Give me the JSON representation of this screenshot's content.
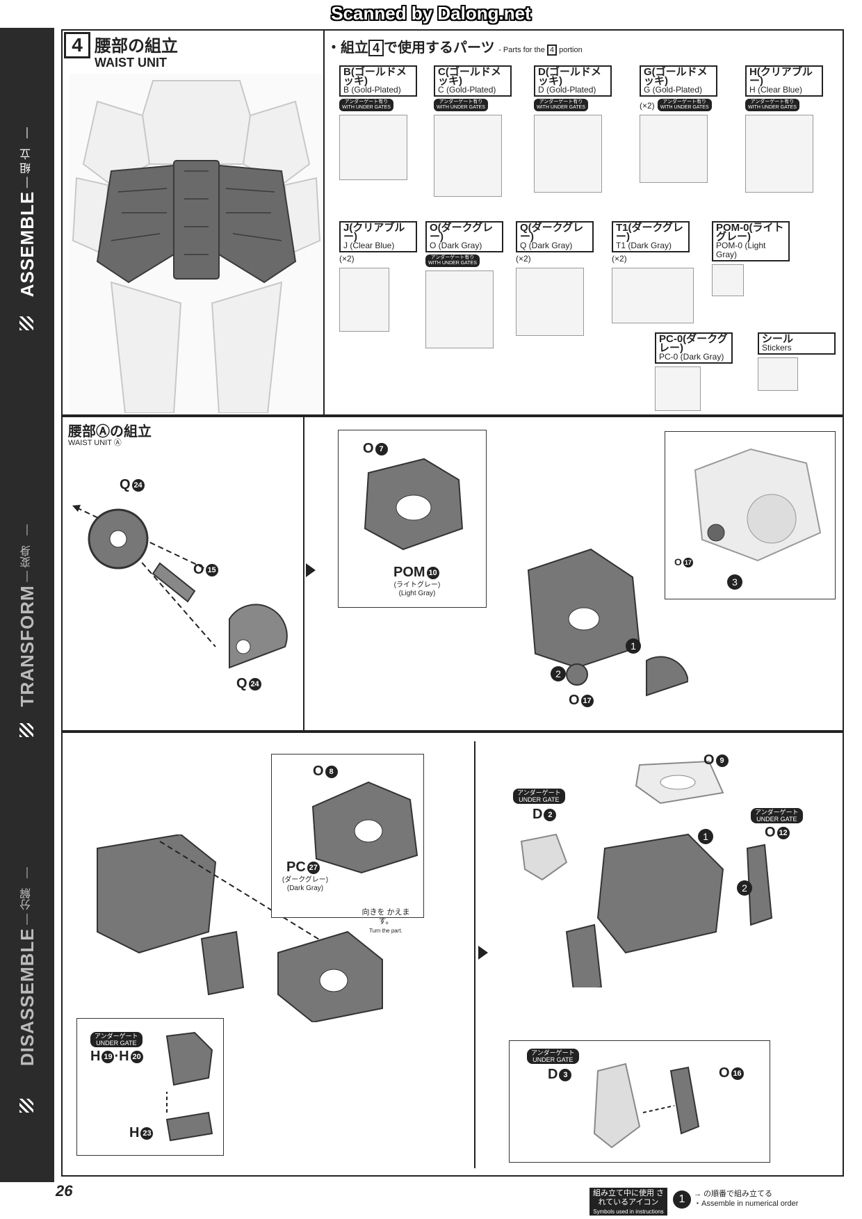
{
  "scan_credit": "Scanned by Dalong.net",
  "page_number": "26",
  "sidebar": {
    "tabs": [
      {
        "en": "ASSEMBLE",
        "jp": "組 立",
        "active": true
      },
      {
        "en": "TRANSFORM",
        "jp": "変身",
        "active": false
      },
      {
        "en": "DISASSEMBLE",
        "jp": "分解",
        "active": false
      }
    ]
  },
  "step": {
    "number": "4",
    "title_jp": "腰部の組立",
    "title_en": "WAIST UNIT"
  },
  "parts": {
    "header_jp_pre": "・組立",
    "header_num": "4",
    "header_jp_post": "で使用するパーツ",
    "header_en_pre": "- Parts for the",
    "header_en_post": "portion",
    "under_gate_badge_jp": "アンダーゲート有り",
    "under_gate_badge_en": "WITH UNDER GATES",
    "items": [
      {
        "jp": "B(ゴールドメッキ)",
        "en": "B (Gold-Plated)",
        "mult": "",
        "under_gate": true
      },
      {
        "jp": "C(ゴールドメッキ)",
        "en": "C (Gold-Plated)",
        "mult": "",
        "under_gate": true
      },
      {
        "jp": "D(ゴールドメッキ)",
        "en": "D (Gold-Plated)",
        "mult": "",
        "under_gate": true
      },
      {
        "jp": "G(ゴールドメッキ)",
        "en": "G (Gold-Plated)",
        "mult": "(×2)",
        "under_gate": true
      },
      {
        "jp": "H(クリアブルー)",
        "en": "H (Clear Blue)",
        "mult": "",
        "under_gate": true
      },
      {
        "jp": "J(クリアブルー)",
        "en": "J (Clear Blue)",
        "mult": "(×2)",
        "under_gate": false
      },
      {
        "jp": "O(ダークグレー)",
        "en": "O (Dark Gray)",
        "mult": "",
        "under_gate": true
      },
      {
        "jp": "Q(ダークグレー)",
        "en": "Q (Dark Gray)",
        "mult": "(×2)",
        "under_gate": false
      },
      {
        "jp": "T1(ダークグレー)",
        "en": "T1 (Dark Gray)",
        "mult": "(×2)",
        "under_gate": false
      },
      {
        "jp": "POM-0(ライトグレー)",
        "en": "POM-0 (Light Gray)",
        "mult": "",
        "under_gate": false
      },
      {
        "jp": "PC-0(ダークグレー)",
        "en": "PC-0 (Dark Gray)",
        "mult": "",
        "under_gate": false
      },
      {
        "jp": "シール",
        "en": "Stickers",
        "mult": "",
        "under_gate": false
      }
    ]
  },
  "section_a": {
    "title_jp": "腰部Ⓐの組立",
    "title_en": "WAIST UNIT Ⓐ",
    "labels": {
      "q24_a": {
        "letter": "Q",
        "num": "24"
      },
      "o15": {
        "letter": "O",
        "num": "15"
      },
      "q24_b": {
        "letter": "Q",
        "num": "24"
      },
      "o7": {
        "letter": "O",
        "num": "7"
      },
      "pom10": {
        "letter": "POM",
        "num": "10",
        "jp": "(ライトグレー)",
        "en": "(Light Gray)"
      },
      "o17_a": {
        "letter": "O",
        "num": "17"
      },
      "o17_b": {
        "letter": "O",
        "num": "17"
      }
    },
    "steps": [
      "1",
      "2",
      "3"
    ]
  },
  "section_b": {
    "under_gate_jp": "アンダーゲート",
    "under_gate_en": "UNDER GATE",
    "labels": {
      "o8": {
        "letter": "O",
        "num": "8"
      },
      "pc27": {
        "letter": "PC",
        "num": "27",
        "jp": "(ダークグレー)",
        "en": "(Dark Gray)"
      },
      "h19": {
        "letter": "H",
        "num": "19"
      },
      "h20": {
        "letter": "H",
        "num": "20"
      },
      "h23": {
        "letter": "H",
        "num": "23"
      },
      "o9": {
        "letter": "O",
        "num": "9"
      },
      "d2": {
        "letter": "D",
        "num": "2"
      },
      "o12": {
        "letter": "O",
        "num": "12"
      },
      "d3": {
        "letter": "D",
        "num": "3"
      },
      "o16": {
        "letter": "O",
        "num": "16"
      }
    },
    "callout_jp": "向きを かえます。",
    "callout_en": "Turn the part.",
    "steps": [
      "1",
      "2"
    ]
  },
  "legend": {
    "box_jp": "組み立て中に使用 されているアイコン",
    "box_en": "Symbols used in instructions",
    "icon": "1",
    "line1": "→ の順番で組み立てる",
    "line2": "・Assemble in numerical order"
  }
}
